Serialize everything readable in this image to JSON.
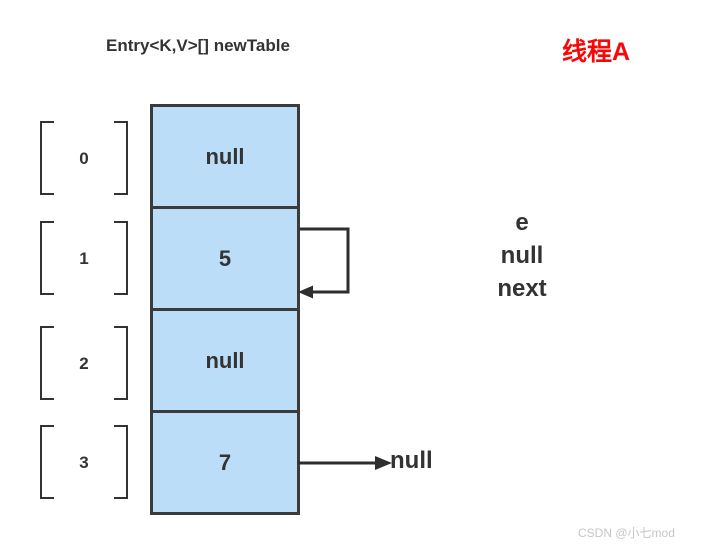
{
  "diagram": {
    "title": "Entry<K,V>[] newTable",
    "thread_label": "线程A",
    "colors": {
      "cell_fill": "#bbddf8",
      "cell_border": "#3b3b3b",
      "text": "#333333",
      "thread_label": "#fb0606",
      "watermark": "#c6c6c6"
    },
    "array": {
      "cells": [
        {
          "index": "0",
          "value": "null"
        },
        {
          "index": "1",
          "value": "5"
        },
        {
          "index": "2",
          "value": "null"
        },
        {
          "index": "3",
          "value": "7"
        }
      ]
    },
    "arrows": {
      "self_loop": {
        "name": "self-loop-arrow",
        "from_cell_index": "1",
        "to_cell_index": "1"
      },
      "next_null": {
        "name": "next-null-arrow",
        "from_cell_index": "3",
        "target_label": "null"
      }
    },
    "variables": [
      {
        "name": "e",
        "label": "e"
      },
      {
        "name": "e-next",
        "label": "null"
      },
      {
        "name": "next",
        "label": "next"
      }
    ],
    "watermark": "CSDN @小七mod"
  }
}
